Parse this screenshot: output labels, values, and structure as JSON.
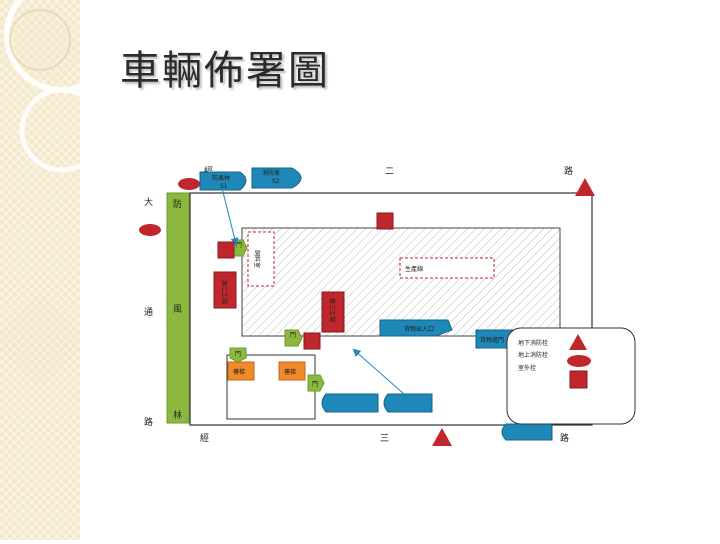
{
  "page_title": "車輛佈署圖",
  "roads": {
    "top": [
      "經",
      "二",
      "路"
    ],
    "left": [
      "大",
      "通",
      "路"
    ],
    "bottom": [
      "經",
      "三",
      "路"
    ]
  },
  "windbreak": [
    "防",
    "風",
    "林"
  ],
  "buildings": {
    "guard_room": "飼料室",
    "main_building": "生產線",
    "dept_3": "第二工場",
    "dept_4": "第三工場"
  },
  "gates": {
    "door1": "門",
    "door2": "門",
    "door3": "門",
    "door4": "門"
  },
  "orange_boxes": [
    "樓梯",
    "樓梯"
  ],
  "vehicles": {
    "s1": "防風林\nS1",
    "s2": "消防車\nS2",
    "gate1": "貨物出入口",
    "gate2": "貨物進門",
    "car_a": "",
    "car_b": "",
    "car_c": ""
  },
  "legend": {
    "items": [
      {
        "label": "地下消防栓",
        "shape": "triangle"
      },
      {
        "label": "地上消防栓",
        "shape": "ellipse"
      },
      {
        "label": "室外栓",
        "shape": "square"
      }
    ]
  },
  "colors": {
    "red": "#c0272d",
    "teal": "#1e88b8",
    "green": "#8db83f",
    "orange": "#f08a2a"
  }
}
